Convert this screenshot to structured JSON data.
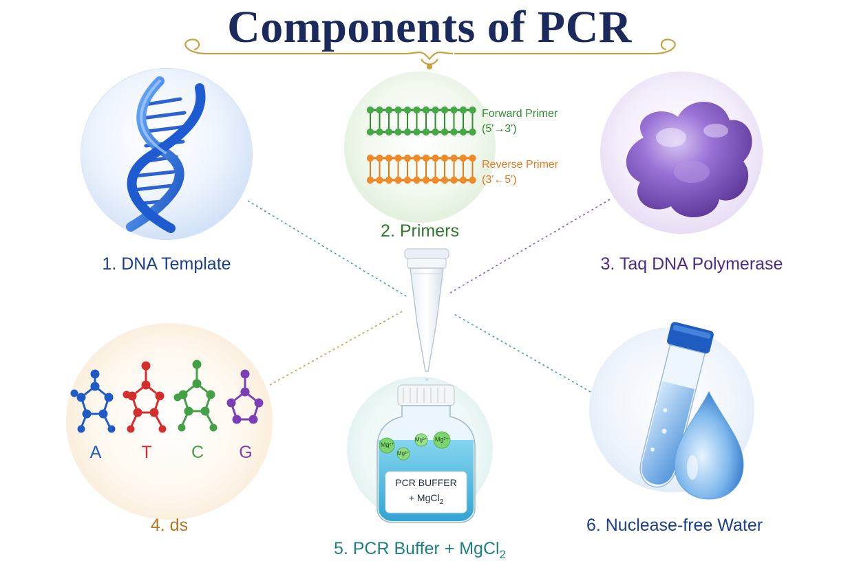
{
  "title": "Components of PCR",
  "components": [
    {
      "label": "1. DNA Template",
      "color": "#1a3f8f"
    },
    {
      "label": "2. Primers",
      "color": "#2a7a2a"
    },
    {
      "label": "3. Taq DNA Polymerase",
      "color": "#4b2a8c"
    },
    {
      "label": "4. ds",
      "color": "#b8731e"
    },
    {
      "label": "5. PCR Buffer + MgCl",
      "subscript": "2",
      "color": "#1f7f86"
    },
    {
      "label": "6. Nuclease-free Water",
      "color": "#1a3f8f"
    }
  ],
  "primers": {
    "forward_name": "Forward Primer",
    "forward_dir": "(5'→3')",
    "forward_color": "#2e8b2e",
    "reverse_name": "Reverse Primer",
    "reverse_dir": "(3'←5')",
    "reverse_color": "#e07a1a"
  },
  "bases": [
    {
      "letter": "A",
      "color": "#1e5bc6"
    },
    {
      "letter": "T",
      "color": "#d32f2f"
    },
    {
      "letter": "C",
      "color": "#43a047"
    },
    {
      "letter": "G",
      "color": "#7b3fb5"
    }
  ],
  "bottle": {
    "line1": "PCR BUFFER",
    "line2": "+ MgCl",
    "line2_sub": "2",
    "ions": [
      "Mg²⁺",
      "Mg²⁺",
      "Mg²⁺",
      "Mg²⁺"
    ]
  }
}
